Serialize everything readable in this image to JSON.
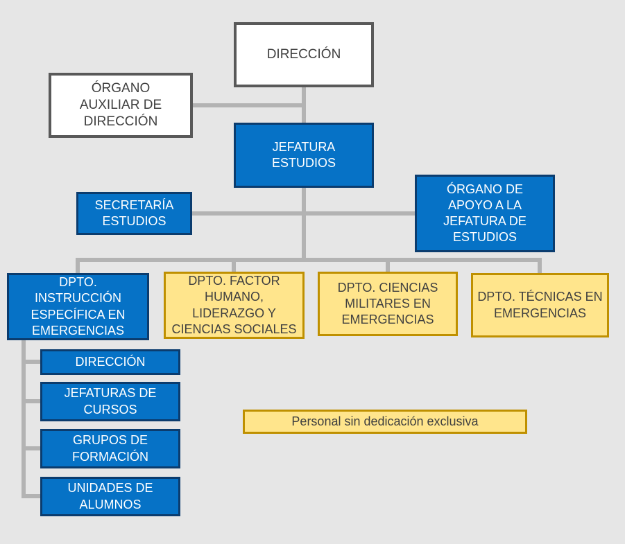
{
  "colors": {
    "background": "#e6e6e6",
    "blue_fill": "#0672c6",
    "blue_border": "#0b3c6e",
    "yellow_fill": "#ffe58c",
    "yellow_border": "#bf9000",
    "white_fill": "#ffffff",
    "white_border": "#595959",
    "connector": "#b3b3b3",
    "text_dark": "#404040",
    "text_light": "#ffffff"
  },
  "nodes": {
    "direccion": {
      "label": "DIRECCIÓN"
    },
    "organo_auxiliar": {
      "label": "ÓRGANO\nAUXILIAR DE\nDIRECCIÓN"
    },
    "jefatura_estudios": {
      "label": "JEFATURA\nESTUDIOS"
    },
    "secretaria_estudios": {
      "label": "SECRETARÍA\nESTUDIOS"
    },
    "organo_apoyo": {
      "label": "ÓRGANO DE\nAPOYO A LA\nJEFATURA DE\nESTUDIOS"
    },
    "dpto_instruccion": {
      "label": "DPTO.\nINSTRUCCIÓN\nESPECÍFICA EN\nEMERGENCIAS"
    },
    "dpto_factor_humano": {
      "label": "DPTO. FACTOR\nHUMANO,\nLIDERAZGO Y\nCIENCIAS SOCIALES"
    },
    "dpto_ciencias_militares": {
      "label": "DPTO. CIENCIAS\nMILITARES EN\nEMERGENCIAS"
    },
    "dpto_tecnicas": {
      "label": "DPTO. TÉCNICAS EN\nEMERGENCIAS"
    },
    "sub_direccion": {
      "label": "DIRECCIÓN"
    },
    "sub_jefaturas_cursos": {
      "label": "JEFATURAS DE\nCURSOS"
    },
    "sub_grupos_formacion": {
      "label": "GRUPOS DE\nFORMACIÓN"
    },
    "sub_unidades_alumnos": {
      "label": "UNIDADES DE\nALUMNOS"
    }
  },
  "legend": {
    "label": "Personal sin dedicación exclusiva"
  }
}
